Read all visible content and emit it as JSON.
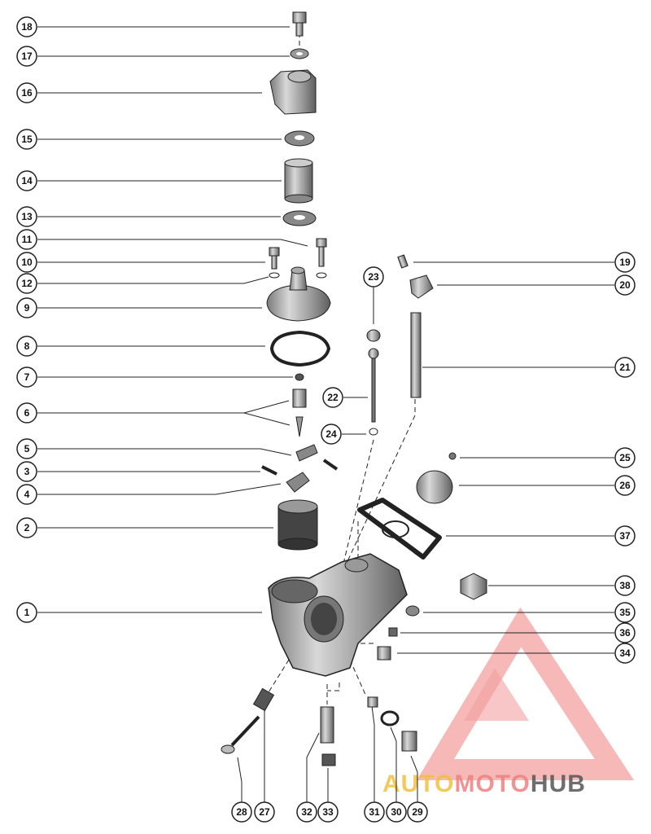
{
  "diagram": {
    "callouts_left": [
      "18",
      "17",
      "16",
      "15",
      "14",
      "13",
      "11",
      "10",
      "12",
      "9",
      "8",
      "7",
      "6",
      "5",
      "3",
      "4",
      "2",
      "1"
    ],
    "callouts_right": [
      "19",
      "20",
      "21",
      "25",
      "26",
      "37",
      "38",
      "35",
      "36",
      "34"
    ],
    "callouts_middle": [
      "23",
      "22",
      "24"
    ],
    "callouts_bottom": [
      "28",
      "27",
      "32",
      "33",
      "31",
      "30",
      "29"
    ]
  },
  "watermark": {
    "part1": "AUTO",
    "part2": "MOTO",
    "part3": "HUB",
    "color_red": "#f08080",
    "color_gold": "#f0c040",
    "color_gray": "#555555"
  },
  "colors": {
    "line": "#222222",
    "part_fill": "#b8b8b8",
    "part_dark": "#555555"
  }
}
